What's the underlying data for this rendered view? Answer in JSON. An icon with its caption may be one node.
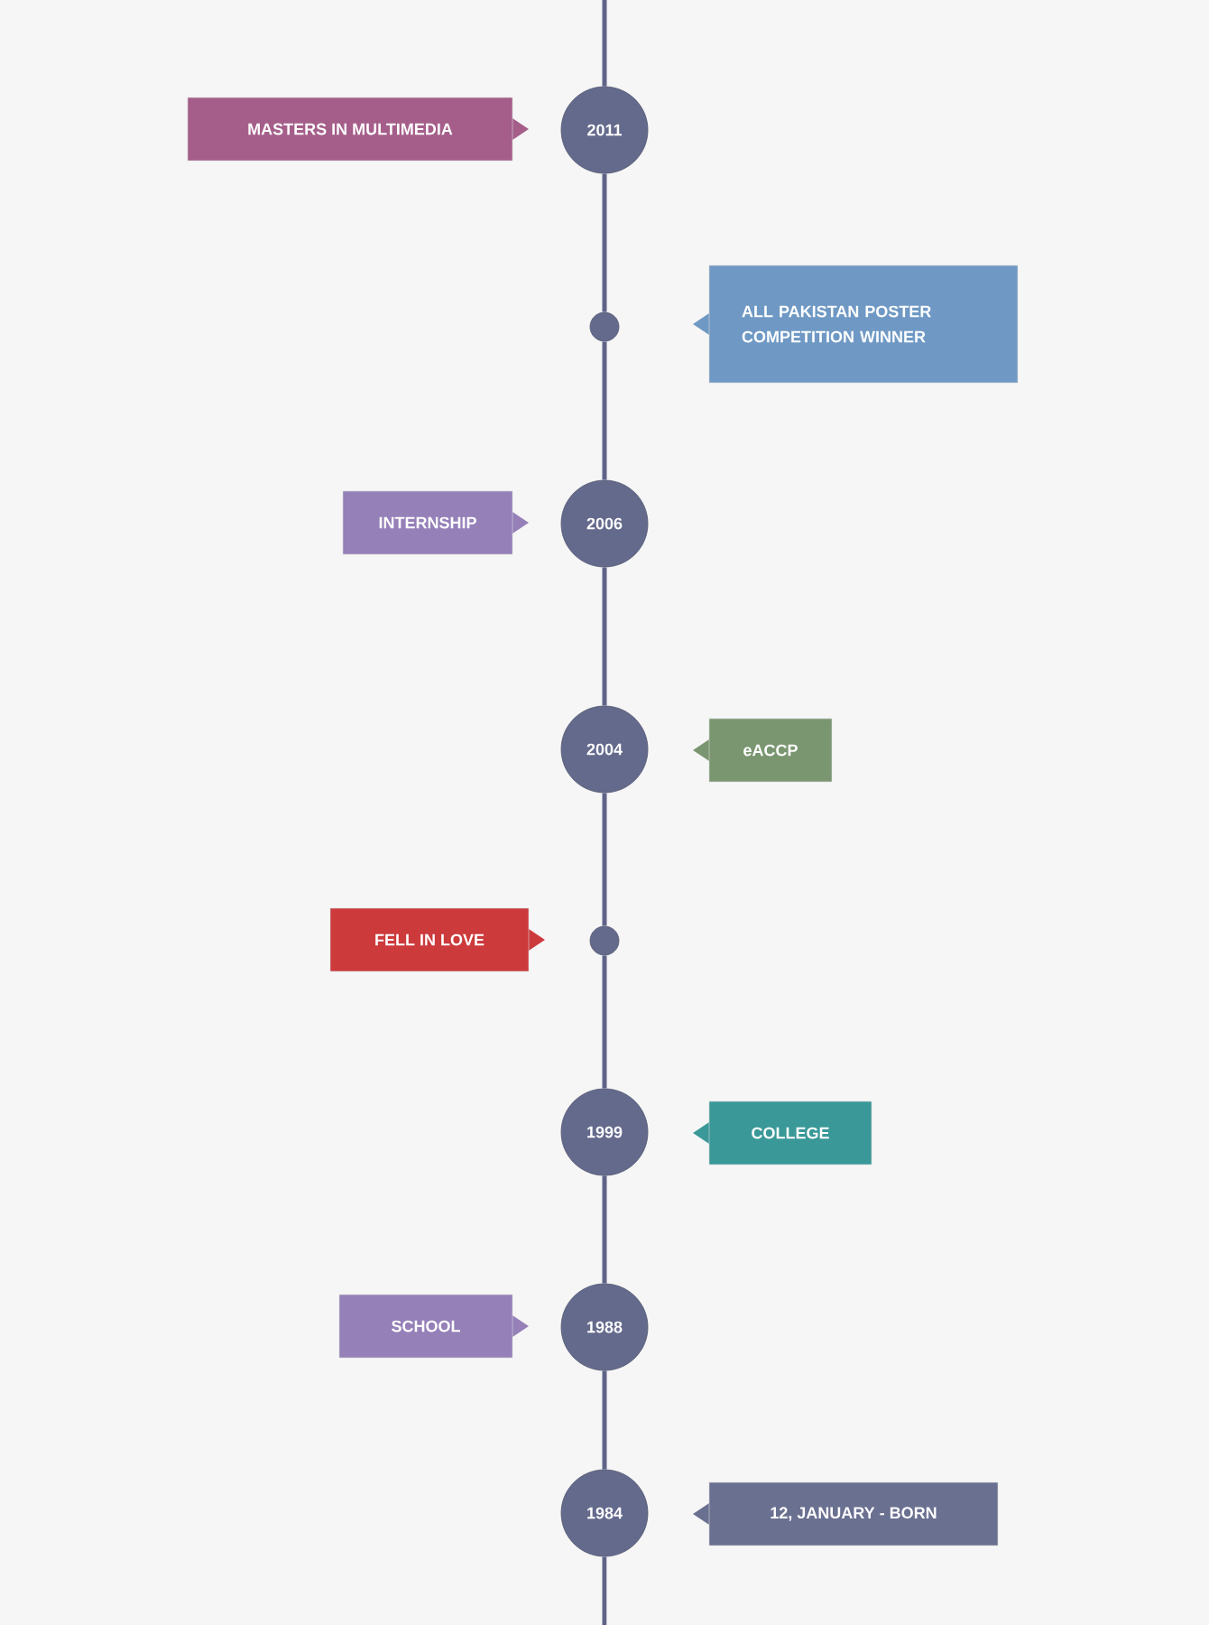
{
  "diagram": {
    "nodes": [
      {
        "text": [
          "2011"
        ]
      },
      {
        "text": [
          "MASTERS IN MULTIMEDIA"
        ]
      },
      {
        "text": [],
        "shape": "circle"
      },
      {
        "text": [
          "ALL PAKISTAN POSTER COMPETITION WINNER"
        ]
      },
      {
        "text": [
          "2006"
        ]
      },
      {
        "text": [
          "INTERNSHIP"
        ]
      },
      {
        "text": [
          "2004"
        ]
      },
      {
        "text": [
          "eACCP"
        ]
      },
      {
        "text": [],
        "shape": "circle"
      },
      {
        "text": [
          "FELL IN LOVE"
        ]
      },
      {
        "text": [
          "1999"
        ]
      },
      {
        "text": [
          "COLLEGE"
        ]
      },
      {
        "text": [
          "1988"
        ]
      },
      {
        "text": [
          "SCHOOL"
        ]
      },
      {
        "text": [
          "1984"
        ]
      },
      {
        "text": [
          "12, JANUARY - BORN"
        ]
      }
    ],
    "edges": [
      {
        "from": null,
        "to": 0,
        "arrow": "none"
      },
      {
        "from": 0,
        "to": 2,
        "arrow": "none"
      },
      {
        "from": 2,
        "to": 4,
        "arrow": "none"
      },
      {
        "from": 4,
        "to": 6,
        "arrow": "none"
      },
      {
        "from": 6,
        "to": 8,
        "arrow": "none"
      },
      {
        "from": 8,
        "to": 10,
        "arrow": "none"
      },
      {
        "from": 10,
        "to": 12,
        "arrow": "none"
      },
      {
        "from": 12,
        "to": 14,
        "arrow": "none"
      },
      {
        "from": 14,
        "to": null,
        "arrow": "none"
      }
    ]
  }
}
